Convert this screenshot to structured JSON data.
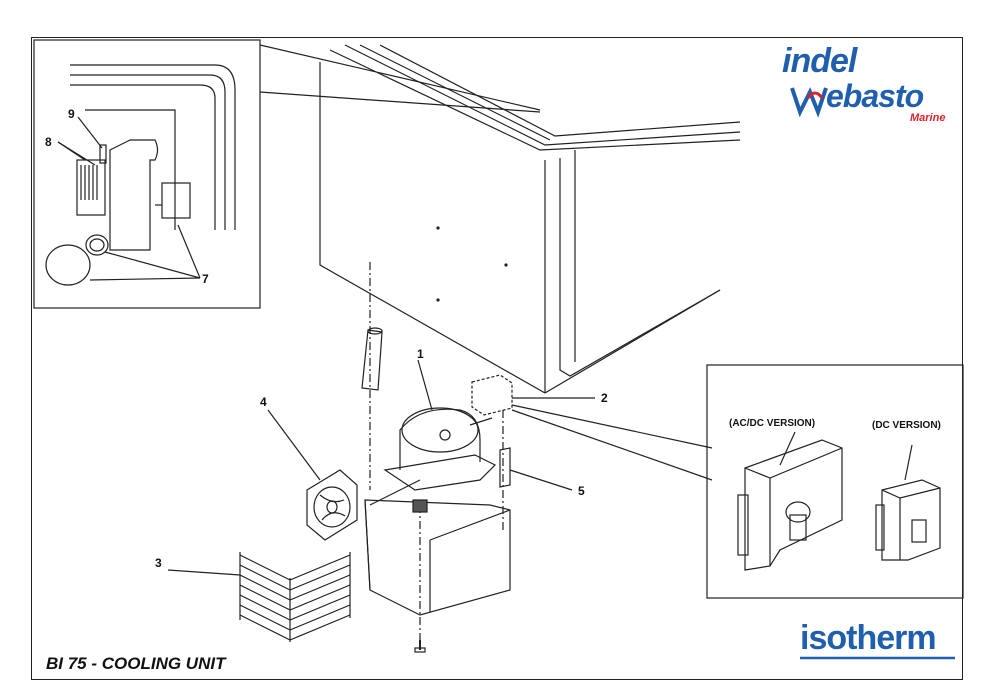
{
  "title": "BI 75 - COOLING UNIT",
  "brand": {
    "indel": "indel",
    "webasto": "ebasto",
    "marine": "Marine",
    "isotherm": "isotherm",
    "brand_blue": "#1f5fae",
    "brand_red": "#d8232a"
  },
  "versions": {
    "acdc": "(AC/DC VERSION)",
    "dc": "(DC VERSION)"
  },
  "callouts": [
    {
      "id": "1",
      "part": "compressor"
    },
    {
      "id": "2",
      "part": "electronic-unit"
    },
    {
      "id": "3",
      "part": "condenser"
    },
    {
      "id": "4",
      "part": "fan"
    },
    {
      "id": "5",
      "part": "thermostat-tube"
    },
    {
      "id": "7",
      "part": "thermostat-knob-assembly"
    },
    {
      "id": "8",
      "part": "grille"
    },
    {
      "id": "9",
      "part": "clip"
    }
  ]
}
